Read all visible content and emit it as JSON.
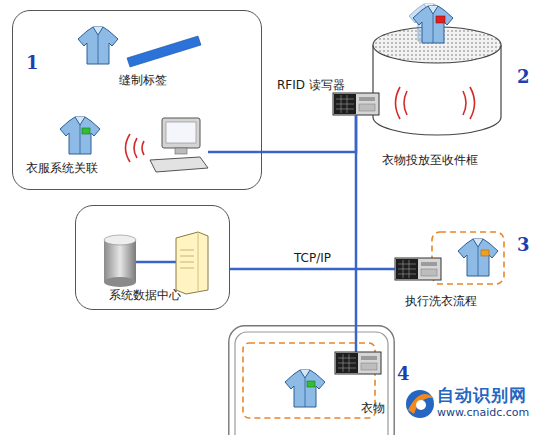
{
  "diagram": {
    "nodes": [
      {
        "text": [
          "缝制标签",
          "衣服系统关联"
        ]
      },
      {
        "text": [
          "衣物投放至收件框"
        ]
      },
      {
        "text": [
          "RFID 读写器"
        ]
      },
      {
        "text": [
          "系统数据中心"
        ]
      },
      {
        "text": [
          "执行洗衣流程"
        ]
      },
      {
        "text": [
          "衣物"
        ]
      }
    ],
    "edges": [
      {
        "from": 0,
        "to": 2,
        "arrow": "none"
      },
      {
        "from": 2,
        "to": 5,
        "arrow": "none"
      },
      {
        "from": 3,
        "to": 4,
        "label": "TCP/IP",
        "arrow": "none"
      }
    ],
    "labels": [
      "1",
      "2",
      "3",
      "4",
      "自动识别网",
      "www.cnaidc.com"
    ]
  }
}
